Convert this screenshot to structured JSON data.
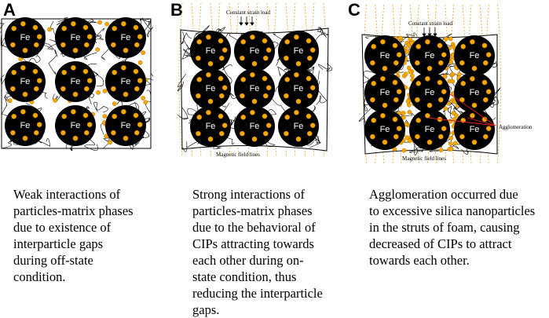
{
  "panels": [
    {
      "letter": "A",
      "fe_label": "Fe",
      "caption": "Weak interactions of\nparticles-matrix phases\ndue to existence of\ninterparticle gaps\nduring off-state\ncondition.",
      "top_label": "",
      "bottom_label": "",
      "side_label": ""
    },
    {
      "letter": "B",
      "fe_label": "Fe",
      "caption": "      Strong interactions of\nparticles-matrix phases\ndue to the behavioral of\nCIPs attracting towards\neach other during on-\nstate condition, thus\nreducing the interparticle\ngaps.",
      "top_label": "Constant strain load",
      "bottom_label": "Magnetic field lines",
      "side_label": ""
    },
    {
      "letter": "C",
      "fe_label": "Fe",
      "caption": "      Agglomeration occurred due\nto excessive silica nanoparticles\nin the struts of foam, causing\ndecreased of CIPs to attract\ntowards each other.",
      "top_label": "Constant strain load",
      "bottom_label": "Magnetic field lines",
      "side_label": "Agglomeration"
    }
  ],
  "colors": {
    "particle": "#000000",
    "dot": "#f5a800",
    "dot_edge": "#b36b00",
    "field_line": "#f0a030",
    "agglomeration_arrow": "#e02020"
  }
}
